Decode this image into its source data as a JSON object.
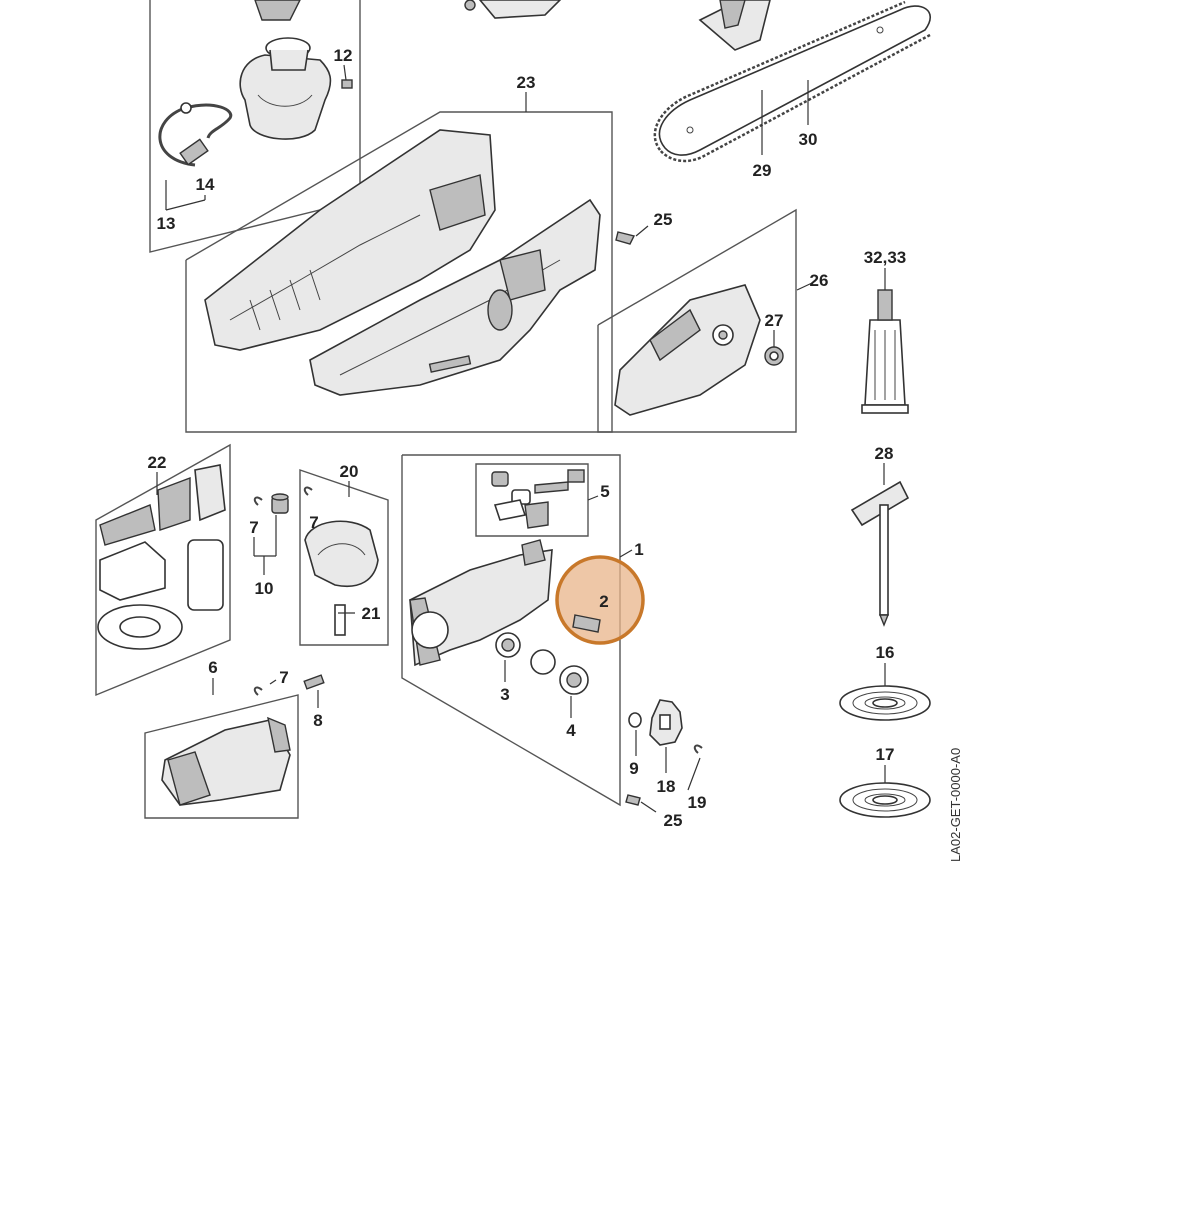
{
  "diagram": {
    "doc_code": "LA02-GET-0000-A0",
    "highlight_color": "#c8782a",
    "highlight_fill": "#e8b48a",
    "parts": {
      "p1": "1",
      "p2": "2",
      "p3": "3",
      "p4": "4",
      "p5": "5",
      "p6": "6",
      "p7a": "7",
      "p7b": "7",
      "p7c": "7",
      "p8": "8",
      "p9": "9",
      "p10": "10",
      "p12": "12",
      "p13": "13",
      "p14": "14",
      "p16": "16",
      "p17": "17",
      "p18": "18",
      "p19": "19",
      "p20": "20",
      "p21": "21",
      "p22": "22",
      "p23": "23",
      "p25a": "25",
      "p25b": "25",
      "p26": "26",
      "p27": "27",
      "p28": "28",
      "p29": "29",
      "p30": "30",
      "p3233": "32,33"
    }
  }
}
